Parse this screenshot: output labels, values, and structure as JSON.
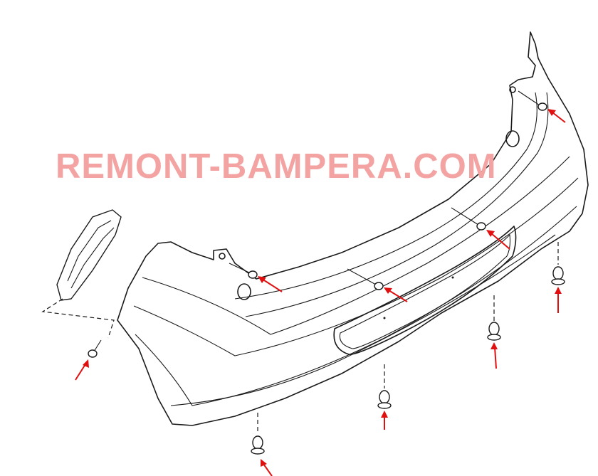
{
  "watermark": {
    "text": "REMONT-BAMPERA.COM",
    "color": "#f4a3a3"
  },
  "colors": {
    "line": "#1a1a1a",
    "arrow": "#e01010",
    "background": "#ffffff"
  },
  "parts": {
    "bumper": "rear-bumper-cover",
    "bracket": "side-mounting-bracket",
    "screws": 4,
    "clips": 4
  }
}
